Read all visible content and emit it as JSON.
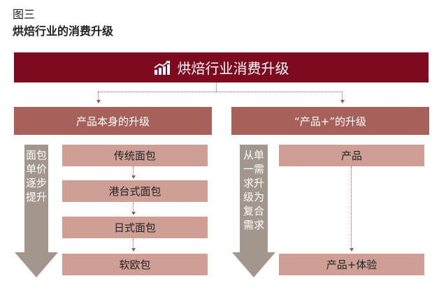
{
  "figure_label": "图三",
  "figure_title": "烘焙行业的消费升级",
  "banner": {
    "icon": "bar-chart-up-icon",
    "title": "烘焙行业消费升级"
  },
  "left": {
    "header": "产品本身的升级",
    "arrow_text": "面包单价逐步提升",
    "steps": [
      "传统面包",
      "港台式面包",
      "日式面包",
      "软欧包"
    ]
  },
  "right": {
    "header": "“产品+”的升级",
    "arrow_text": "从单一需求升级为复合需求",
    "steps": [
      "产品",
      "产品+体验"
    ]
  },
  "colors": {
    "banner": "#7d0a1f",
    "header": "#a8605a",
    "box": "#cf9f96",
    "arrow": "#a3978d"
  }
}
